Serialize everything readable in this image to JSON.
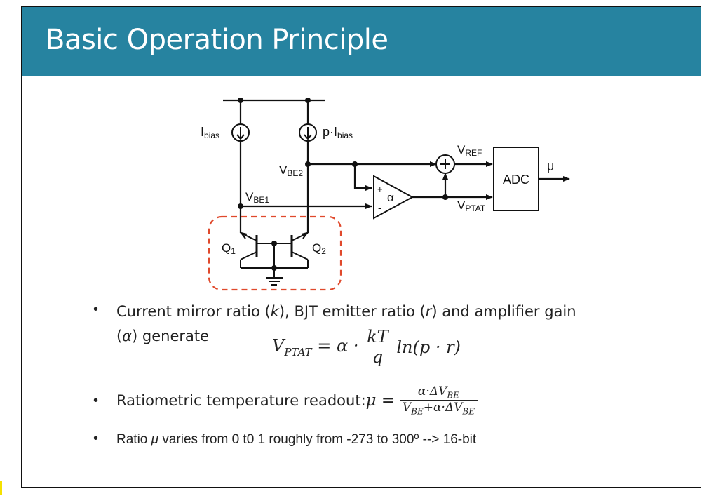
{
  "title": "Basic Operation Principle",
  "circuit": {
    "ibias": "I",
    "ibias_sub": "bias",
    "pibias": "p·I",
    "pibias_sub": "bias",
    "vbe2": "V",
    "vbe2_sub": "BE2",
    "vbe1": "V",
    "vbe1_sub": "BE1",
    "vref": "V",
    "vref_sub": "REF",
    "vptat": "V",
    "vptat_sub": "PTAT",
    "adc": "ADC",
    "mu": "μ",
    "alpha": "α",
    "plus": "+",
    "minus": "-",
    "q1": "Q",
    "q1_sub": "1",
    "q2": "Q",
    "q2_sub": "2"
  },
  "bullets": {
    "b1_part1": "Current mirror ratio (",
    "b1_k": "k",
    "b1_part2": "), BJT emitter ratio (",
    "b1_r": "r",
    "b1_part3": ") and amplifier gain",
    "b1_line2_open": "(",
    "b1_alpha": "α",
    "b1_line2_close": ") generate",
    "eq1_lhs": "V",
    "eq1_lhs_sub": "PTAT",
    "eq1_mid": " = α · ",
    "eq1_num": "kT",
    "eq1_den": "q",
    "eq1_rhs": "ln(p · r)",
    "b2_text": "Ratiometric temperature readout: ",
    "b2_mu": "μ = ",
    "b2_num": "α·ΔV",
    "b2_num_sub": "BE",
    "b2_den_a": "V",
    "b2_den_a_sub": "BE",
    "b2_den_b": "+α·ΔV",
    "b2_den_b_sub": "BE",
    "b3_a": "Ratio ",
    "b3_mu": "μ",
    "b3_b": " varies from 0 t0 1 roughly from -273 to 300º --> 16-bit"
  }
}
